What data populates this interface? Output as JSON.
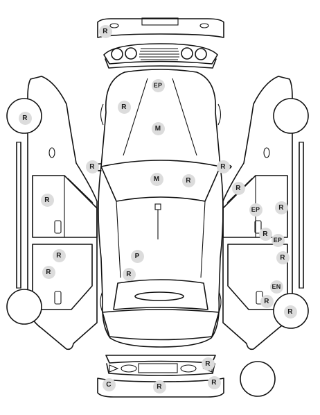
{
  "damage_marks": [
    {
      "id": "front-bumper-r",
      "code": "R"
    },
    {
      "id": "hood-ep",
      "code": "EP"
    },
    {
      "id": "hood-r",
      "code": "R"
    },
    {
      "id": "hood-m",
      "code": "M"
    },
    {
      "id": "left-front-wheel-r",
      "code": "R"
    },
    {
      "id": "left-mirror-r",
      "code": "R"
    },
    {
      "id": "right-mirror-r",
      "code": "R"
    },
    {
      "id": "roof-m",
      "code": "M"
    },
    {
      "id": "roof-r",
      "code": "R"
    },
    {
      "id": "left-front-door-r",
      "code": "R"
    },
    {
      "id": "left-rear-door-r1",
      "code": "R"
    },
    {
      "id": "left-rear-door-r2",
      "code": "R"
    },
    {
      "id": "trunk-p",
      "code": "P"
    },
    {
      "id": "trunk-r",
      "code": "R"
    },
    {
      "id": "right-fender-r",
      "code": "R"
    },
    {
      "id": "right-front-door-ep",
      "code": "EP"
    },
    {
      "id": "right-front-door-r",
      "code": "R"
    },
    {
      "id": "right-handle-r",
      "code": "R"
    },
    {
      "id": "right-pillar-ep",
      "code": "EP"
    },
    {
      "id": "right-rear-door-r",
      "code": "R"
    },
    {
      "id": "right-rear-en",
      "code": "EN"
    },
    {
      "id": "right-rear-handle-r",
      "code": "R"
    },
    {
      "id": "right-rear-wheel-r",
      "code": "R"
    },
    {
      "id": "rear-light-r",
      "code": "R"
    },
    {
      "id": "rear-bumper-c",
      "code": "C"
    },
    {
      "id": "rear-bumper-r",
      "code": "R"
    },
    {
      "id": "rear-bumper-right-r",
      "code": "R"
    }
  ]
}
